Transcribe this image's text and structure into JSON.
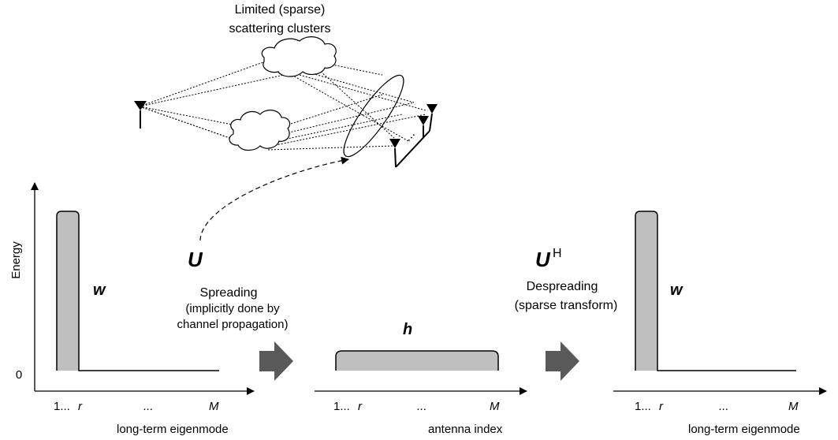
{
  "title_line1": "Limited (sparse)",
  "title_line2": "scattering clusters",
  "y_axis_label": "Energy",
  "y_zero_label": "0",
  "left_plot": {
    "bar_label": "w",
    "tick_first": "1...",
    "tick_r": "r",
    "tick_dots": "...",
    "tick_M": "M",
    "x_label": "long-term eigenmode"
  },
  "middle_plot": {
    "bar_label": "h",
    "tick_first": "1...",
    "tick_r": "r",
    "tick_dots": "...",
    "tick_M": "M",
    "x_label": "antenna index"
  },
  "right_plot": {
    "bar_label": "w",
    "tick_first": "1...",
    "tick_r": "r",
    "tick_dots": "...",
    "tick_M": "M",
    "x_label": "long-term eigenmode"
  },
  "spreading": {
    "symbol": "U",
    "title": "Spreading",
    "line1": "(implicitly done by",
    "line2": "channel propagation)"
  },
  "despreading": {
    "symbol": "U",
    "superscript": "H",
    "title": "Despreading",
    "subtitle": "(sparse transform)"
  },
  "array_dots": "...",
  "colors": {
    "bar_fill": "#bfbfbf",
    "arrow_fill": "#595959",
    "line": "#000000",
    "cloud_fill": "#ffffff"
  }
}
